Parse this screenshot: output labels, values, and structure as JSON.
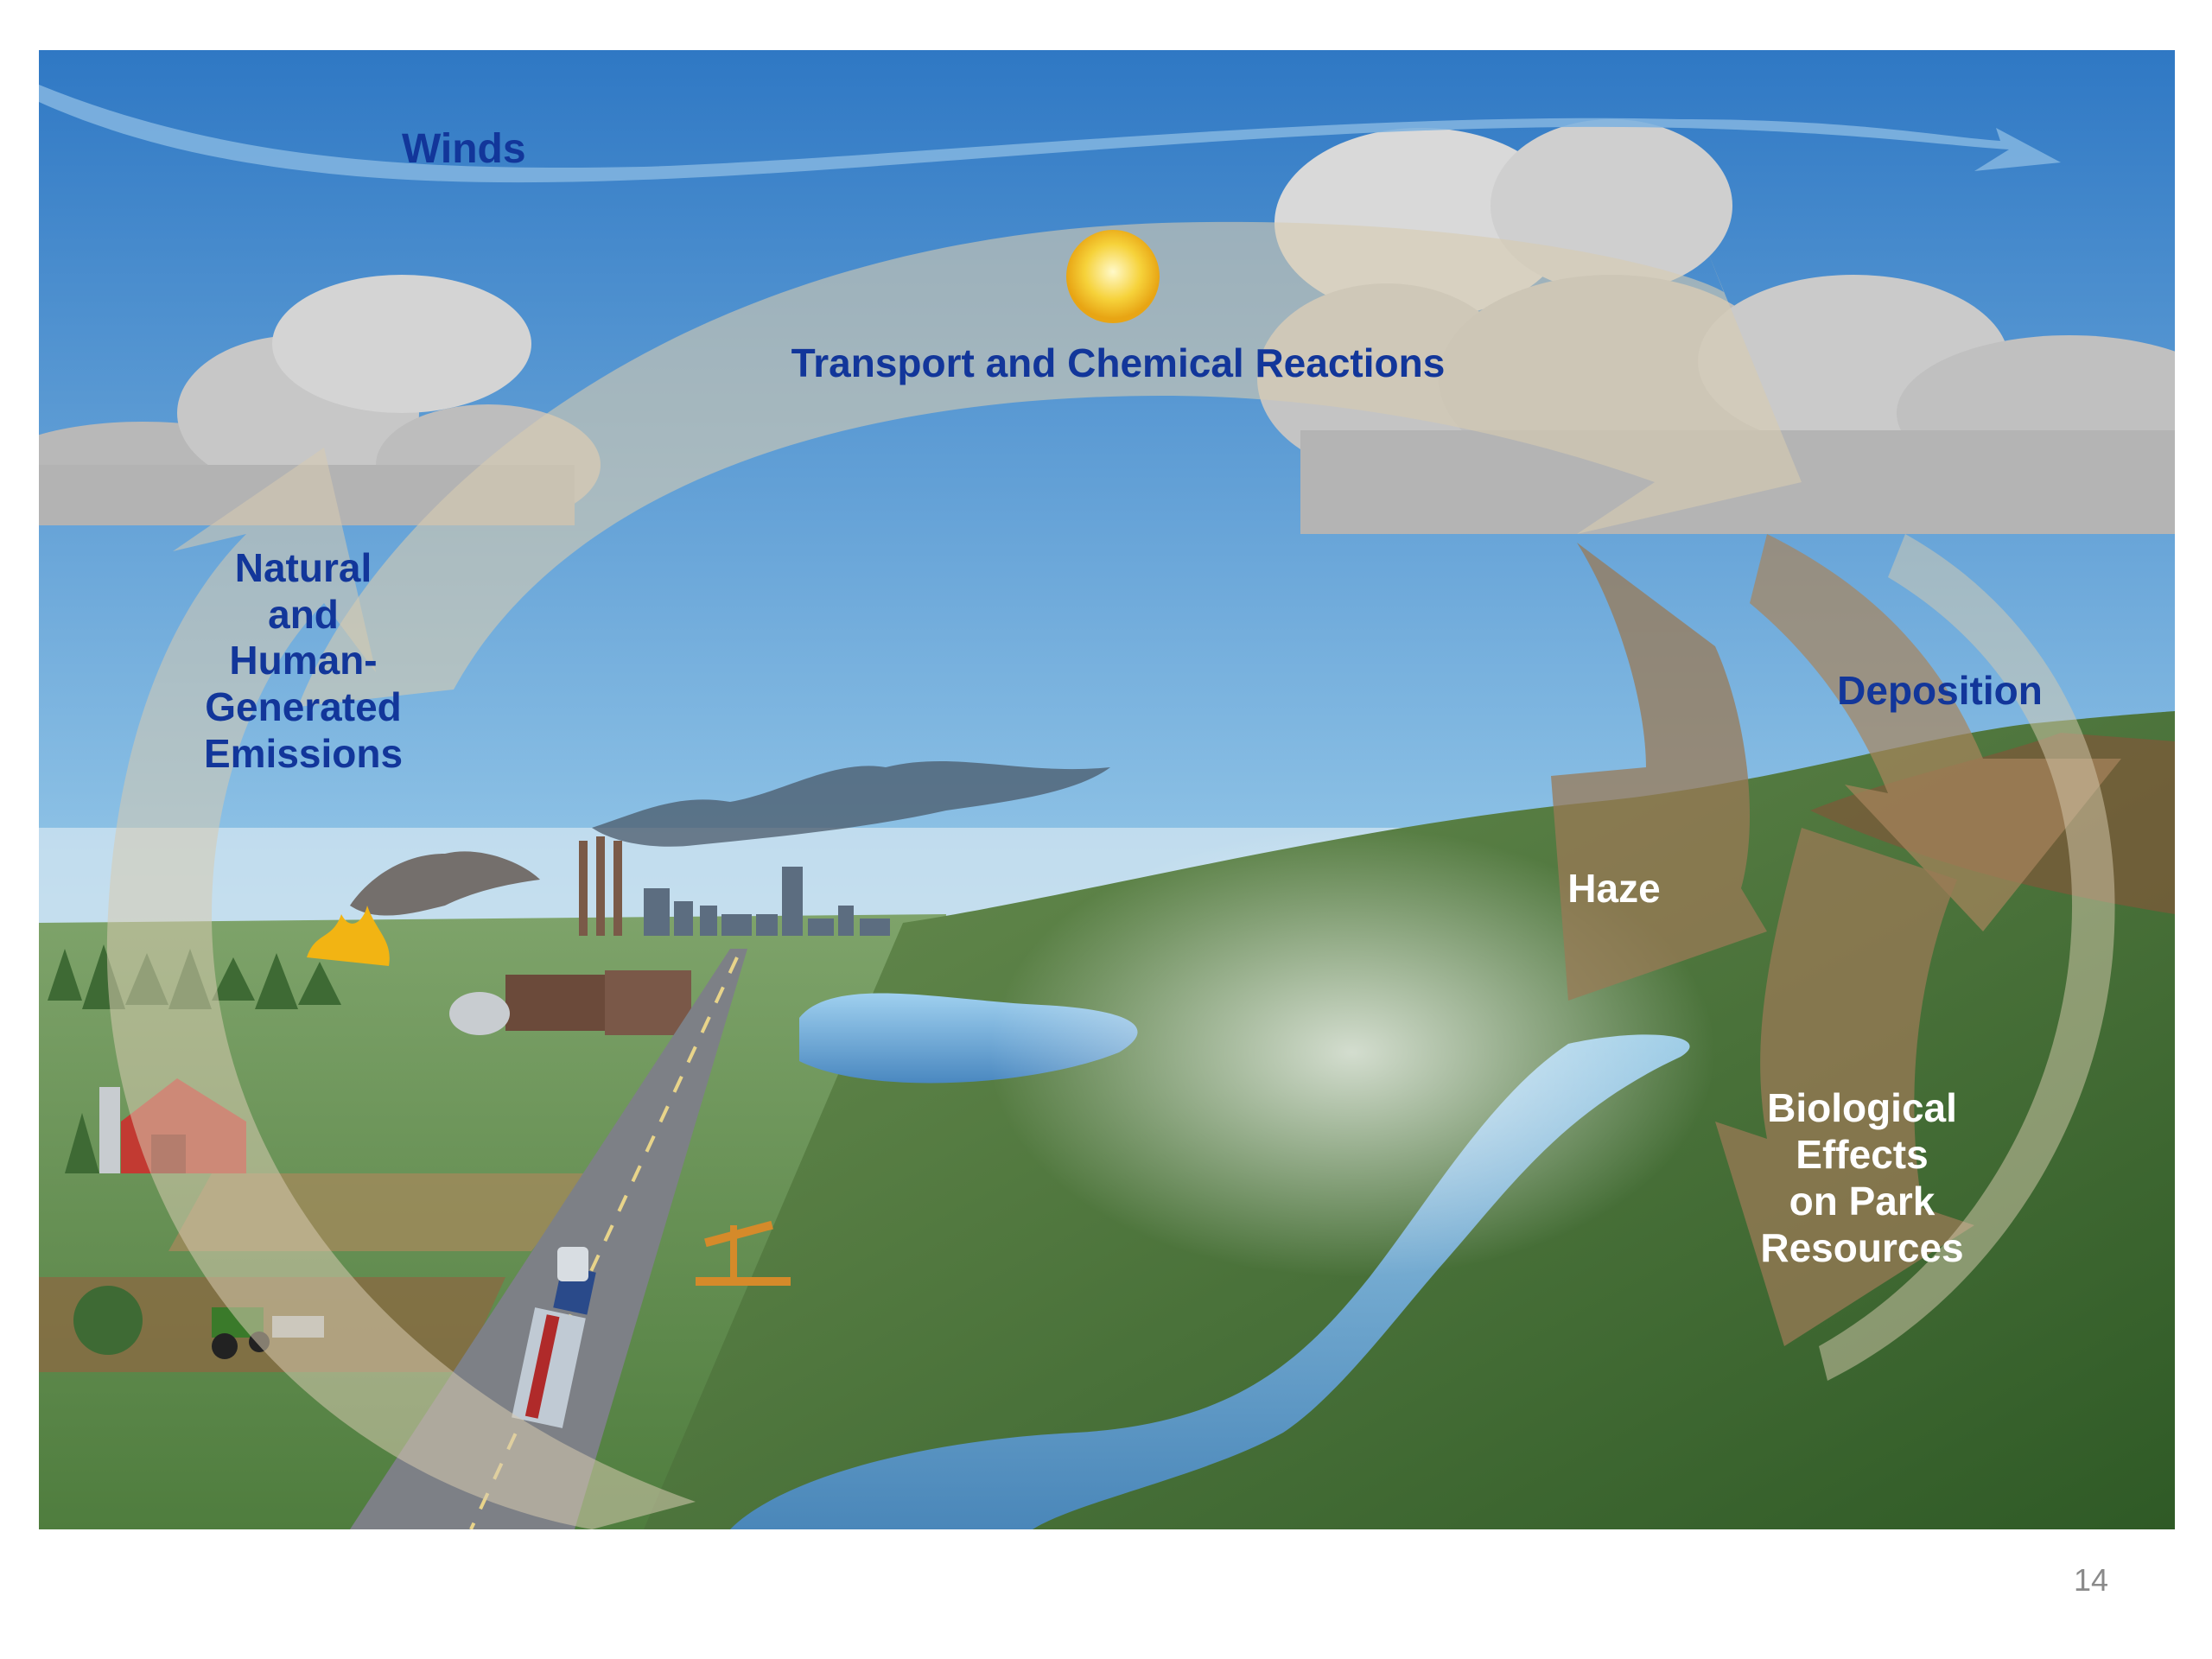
{
  "diagram": {
    "labels": {
      "winds": "Winds",
      "transport": "Transport and Chemical Reactions",
      "emissions": [
        "Natural",
        "and",
        "Human-",
        "Generated",
        "Emissions"
      ],
      "deposition": "Deposition",
      "haze": "Haze",
      "biological": [
        "Biological",
        "Effects",
        "on Park",
        "Resources"
      ]
    },
    "colors": {
      "sky_top": "#2f78c4",
      "sky_horizon": "#cfe6f4",
      "label_blue": "#12369a",
      "arrow_fill": "#c9b89a",
      "arrow_brown": "#8b6b45",
      "grass": "#6f9a5a",
      "mountain": "#4f7a3a",
      "water": "#5c9bd0",
      "sun": "#f5c425",
      "barn": "#c23a32"
    }
  },
  "footer": {
    "slide_number": "14"
  }
}
